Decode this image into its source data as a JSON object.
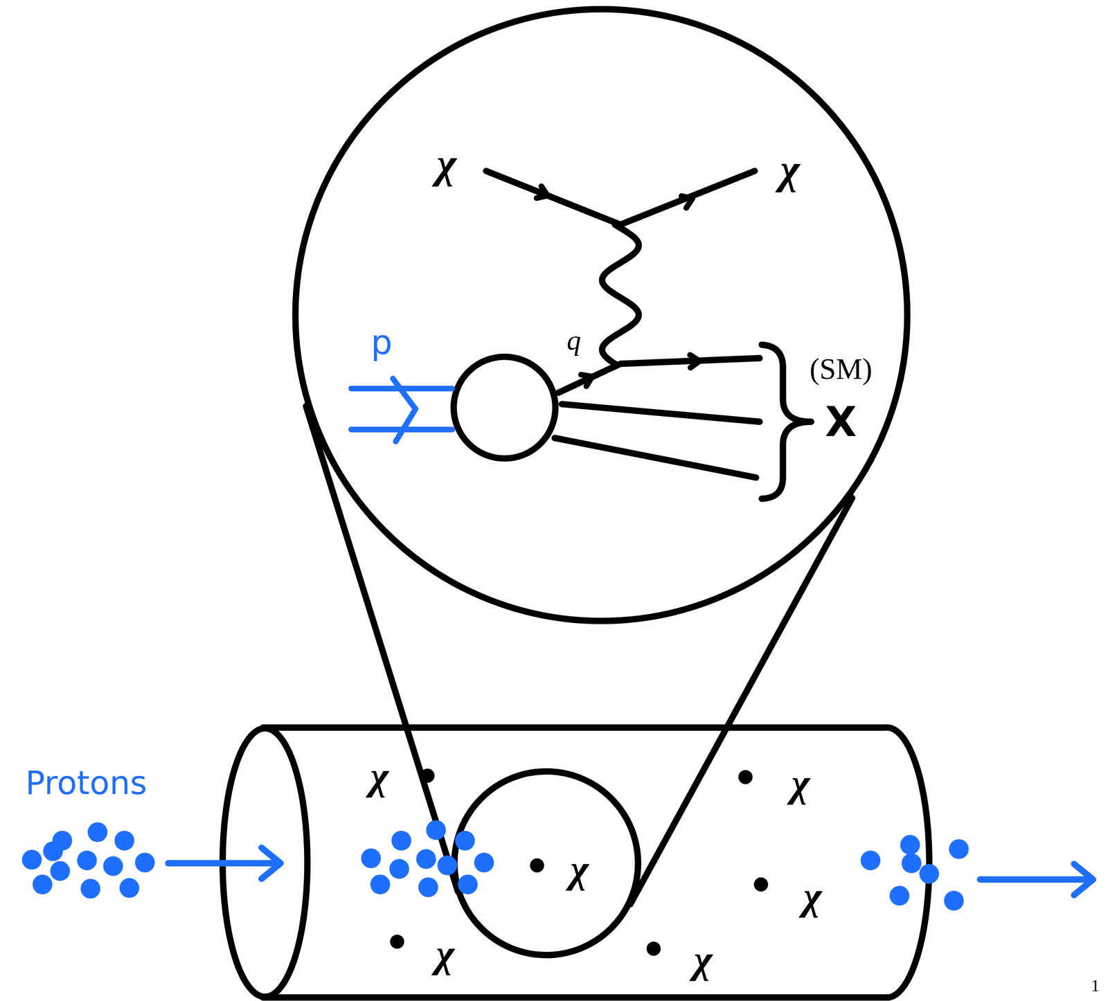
{
  "diagram": {
    "labels": [
      "χ",
      "χ",
      "p",
      "q",
      "(SM)",
      "X",
      "Protons",
      "χ",
      "χ",
      "χ",
      "χ",
      "χ",
      "χ",
      "1"
    ]
  }
}
